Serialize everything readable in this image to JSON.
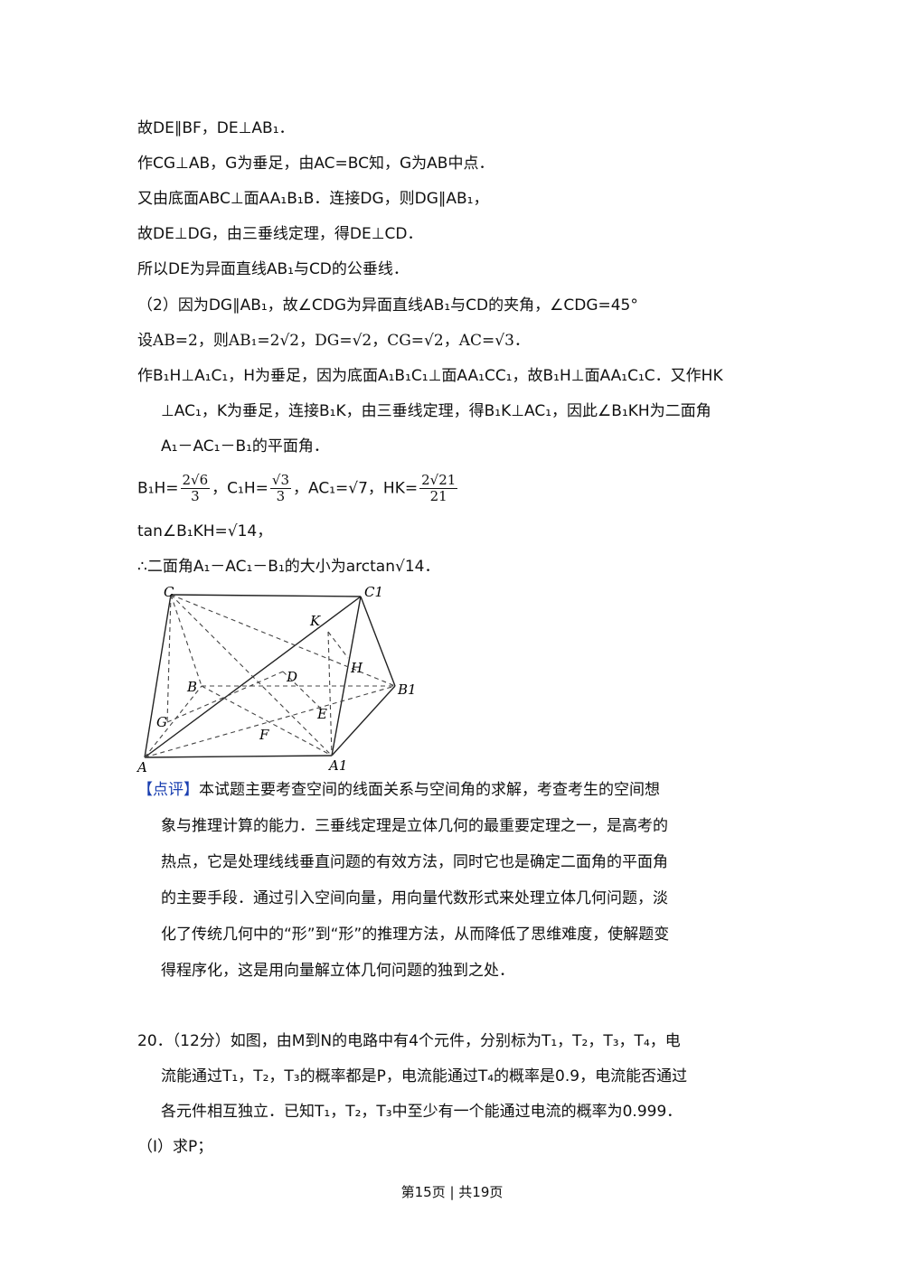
{
  "lines": {
    "l1": "故DE∥BF，DE⊥AB₁．",
    "l2": "作CG⊥AB，G为垂足，由AC=BC知，G为AB中点．",
    "l3": "又由底面ABC⊥面AA₁B₁B．连接DG，则DG∥AB₁，",
    "l4": "故DE⊥DG，由三垂线定理，得DE⊥CD．",
    "l5": "所以DE为异面直线AB₁与CD的公垂线．",
    "l6": "（2）因为DG∥AB₁，故∠CDG为异面直线AB₁与CD的夹角，∠CDG=45°",
    "l7": "设AB=2，则AB₁=2√2，DG=√2，CG=√2，AC=√3．",
    "l8": "作B₁H⊥A₁C₁，H为垂足，因为底面A₁B₁C₁⊥面AA₁CC₁，故B₁H⊥面AA₁C₁C．又作HK",
    "l9": "⊥AC₁，K为垂足，连接B₁K，由三垂线定理，得B₁K⊥AC₁，因此∠B₁KH为二面角",
    "l10": "A₁－AC₁－B₁的平面角．",
    "l11a": "B₁H=",
    "f1num": "2√6",
    "f1den": "3",
    "l11b": "，C₁H=",
    "f2num": "√3",
    "f2den": "3",
    "l11c": "，AC₁=√7，HK=",
    "f3num": "2√21",
    "f3den": "21",
    "l12": "tan∠B₁KH=√14，",
    "l13": "∴二面角A₁－AC₁－B₁的大小为arctan√14．"
  },
  "figure": {
    "labels": {
      "C": "C",
      "C1": "C1",
      "K": "K",
      "H": "H",
      "D": "D",
      "B": "B",
      "B1": "B1",
      "G": "G",
      "E": "E",
      "F": "F",
      "A": "A",
      "A1": "A1"
    }
  },
  "review": {
    "tag": "【点评】",
    "r1": "本试题主要考查空间的线面关系与空间角的求解，考查考生的空间想",
    "r2": "象与推理计算的能力．三垂线定理是立体几何的最重要定理之一，是高考的",
    "r3": "热点，它是处理线线垂直问题的有效方法，同时它也是确定二面角的平面角",
    "r4": "的主要手段．通过引入空间向量，用向量代数形式来处理立体几何问题，淡",
    "r5": "化了传统几何中的“形”到“形”的推理方法，从而降低了思维难度，使解题变",
    "r6": "得程序化，这是用向量解立体几何问题的独到之处．"
  },
  "problem20": {
    "p1": "20．（12分）如图，由M到N的电路中有4个元件，分别标为T₁，T₂，T₃，T₄，电",
    "p2": "流能通过T₁，T₂，T₃的概率都是P，电流能通过T₄的概率是0.9，电流能否通过",
    "p3": "各元件相互独立．已知T₁，T₂，T₃中至少有一个能通过电流的概率为0.999．",
    "p4": "（Ⅰ）求P；"
  },
  "footer": "第15页 | 共19页"
}
